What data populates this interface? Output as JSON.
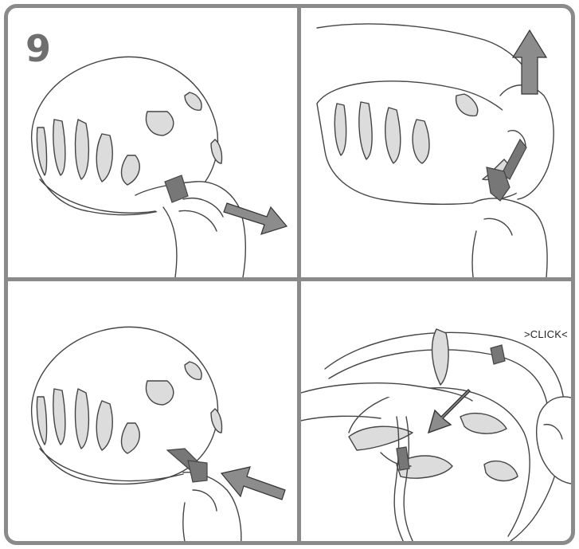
{
  "step": {
    "number": "9"
  },
  "panels": [
    {
      "id": "top-left"
    },
    {
      "id": "top-right"
    },
    {
      "id": "bottom-left"
    },
    {
      "id": "bottom-right"
    }
  ],
  "callout": {
    "text": ">CLICK<"
  },
  "colors": {
    "frame": "#8a8a8a",
    "line": "#444444",
    "arrow": "#8c8c8c",
    "vent": "#dcdcdc",
    "buckle": "#777777"
  }
}
